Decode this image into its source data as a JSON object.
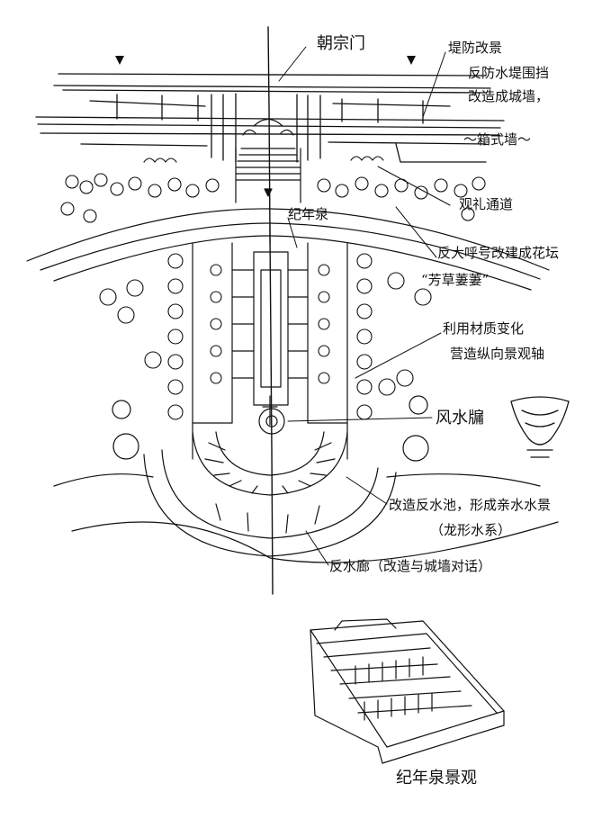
{
  "annotations": {
    "gate": "朝宗门",
    "embankment_title": "堤防改景",
    "embankment_line1": "反防水堤围挡",
    "embankment_line2": "改造成城墙，",
    "wall": "～箱式墙～",
    "avenue": "观礼通道",
    "plaza": "纪年泉",
    "flowerbeds_line1": "反大呼号改建成花坛",
    "flowerbeds_line2": "“芳草萋萋”",
    "axis_line1": "利用材质变化",
    "axis_line2": "营造纵向景观轴",
    "fountain": "风水牖",
    "pool_line1": "改造反水池，形成亲水水景",
    "pool_line2": "（龙形水系）",
    "corridor": "反水廊（改造与城墙对话）",
    "perspective": "纪年泉景观"
  },
  "palette": {
    "ink": "#111111",
    "paper": "#ffffff"
  }
}
